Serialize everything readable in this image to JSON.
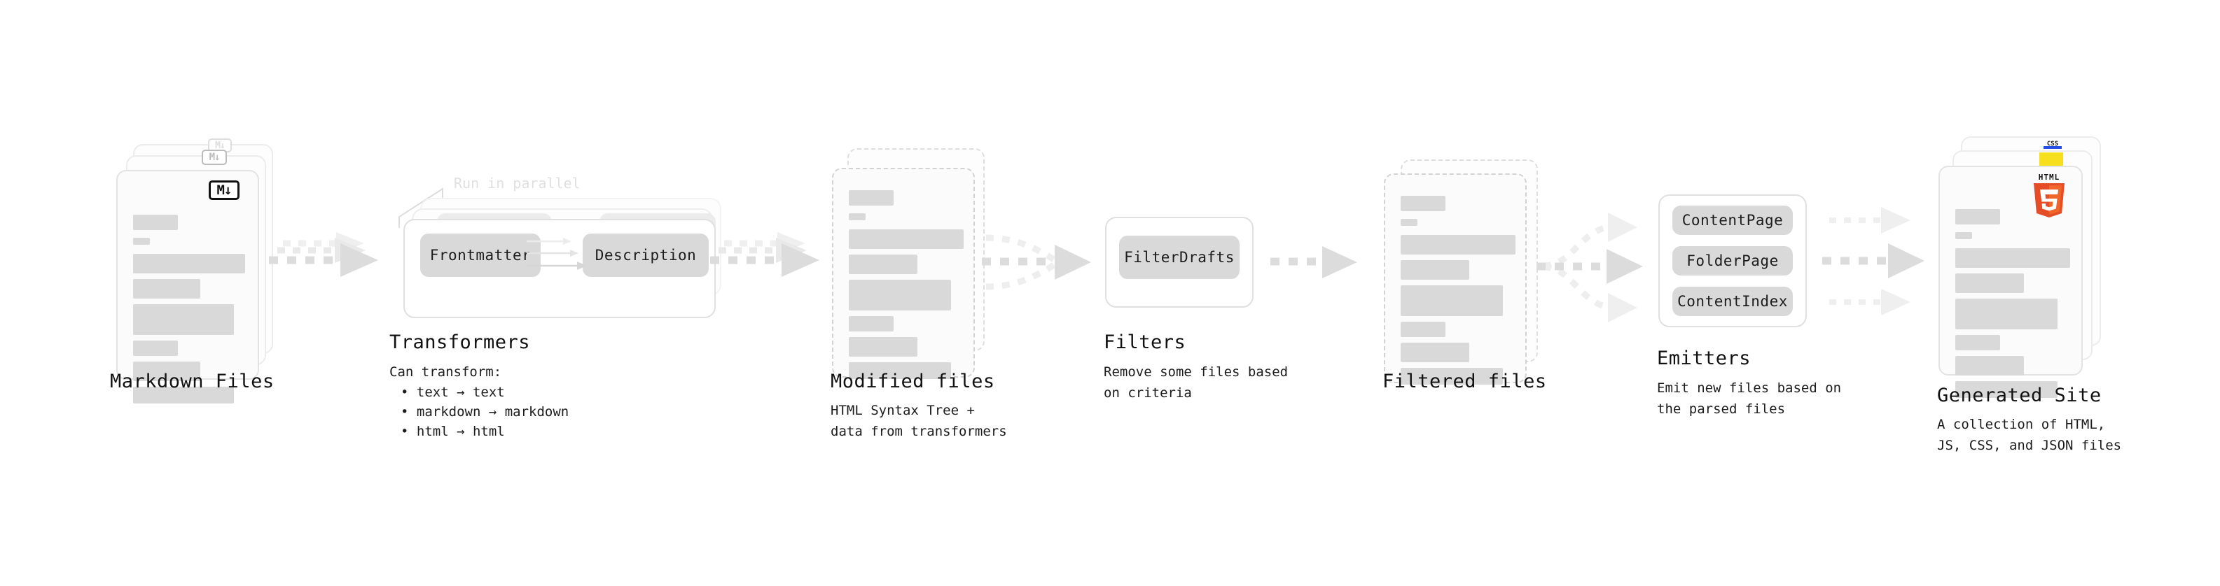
{
  "diagram": {
    "title_visible": false,
    "stages": [
      {
        "key": "markdown-files",
        "title": "Markdown Files",
        "desc": "",
        "badge": "M↓",
        "badge_name": "markdown-icon"
      },
      {
        "key": "transformers",
        "title": "Transformers",
        "desc": "Can transform:",
        "note": "Run in parallel",
        "nodes": [
          "Frontmatter",
          "Description"
        ],
        "bullets": [
          "• text → text",
          "• markdown → markdown",
          "• html → html"
        ]
      },
      {
        "key": "modified-files",
        "title": "Modified files",
        "desc": "HTML Syntax Tree +\ndata from transformers"
      },
      {
        "key": "filters",
        "title": "Filters",
        "desc": "Remove some files based\non criteria",
        "nodes": [
          "FilterDrafts"
        ]
      },
      {
        "key": "filtered-files",
        "title": "Filtered files",
        "desc": ""
      },
      {
        "key": "emitters",
        "title": "Emitters",
        "desc": "Emit new files based on\nthe parsed files",
        "nodes": [
          "ContentPage",
          "FolderPage",
          "ContentIndex"
        ]
      },
      {
        "key": "generated-site",
        "title": "Generated Site",
        "desc": "A collection of HTML,\nJS, CSS, and JSON files",
        "badges": [
          "html5-icon",
          "js-icon",
          "css3-icon"
        ],
        "html5_label_top": "HTML",
        "html5_label_main": "5",
        "css3_label": "CSS"
      }
    ],
    "colors": {
      "background": "#ffffff",
      "card_fill": "#fbfbfb",
      "card_border": "#e3e3e3",
      "bar": "#d9d9d9",
      "pill": "#d9d9d9",
      "arrow": "#dcdcdc",
      "arrow_light": "#efefef",
      "text": "#1c1c1c",
      "ghost_text": "#e0e0e0",
      "html5_orange": "#e44d26",
      "html5_orange_light": "#f16529",
      "js_yellow": "#f7df1e",
      "css_blue": "#264de4"
    }
  }
}
